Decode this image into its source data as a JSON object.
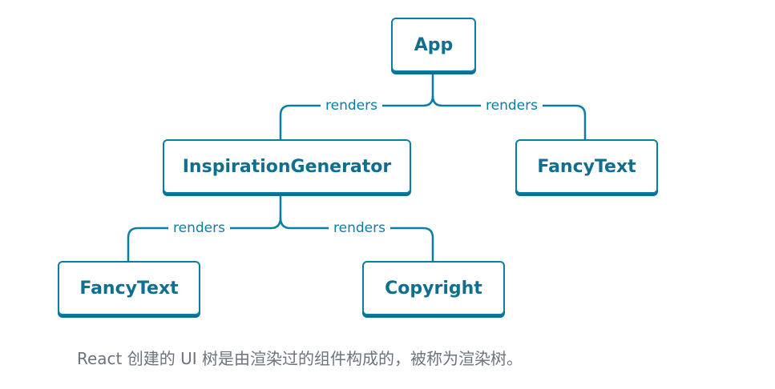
{
  "nodes": {
    "app": "App",
    "inspiration_generator": "InspirationGenerator",
    "fancy_text_top": "FancyText",
    "fancy_text_bottom": "FancyText",
    "copyright": "Copyright"
  },
  "edges": {
    "app_to_inspiration": "renders",
    "app_to_fancy_text": "renders",
    "inspiration_to_fancy_text": "renders",
    "inspiration_to_copyright": "renders"
  },
  "caption": "React 创建的 UI 树是由渲染过的组件构成的，被称为渲染树。",
  "colors": {
    "stroke": "#087ea4",
    "caption": "#6b7280"
  }
}
